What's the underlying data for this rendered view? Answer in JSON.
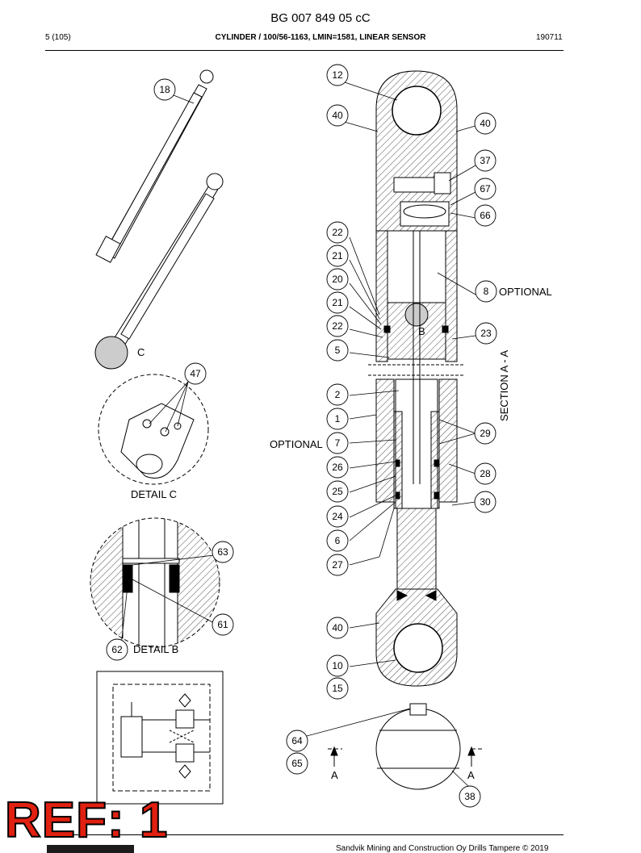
{
  "header": {
    "doc_number": "BG 007 849 05 cC",
    "page": "5 (105)",
    "title": "CYLINDER / 100/56-1163, LMIN=1581, LINEAR SENSOR",
    "date": "190711"
  },
  "labels": {
    "optional_right": "OPTIONAL",
    "optional_left": "OPTIONAL",
    "section": "SECTION  A - A",
    "detail_c_marker": "C",
    "detail_c": "DETAIL  C",
    "detail_b": "DETAIL  B",
    "marker_b": "B",
    "section_a_left": "A",
    "section_a_right": "A"
  },
  "callouts": [
    "18",
    "12",
    "40",
    "40",
    "37",
    "67",
    "66",
    "22",
    "21",
    "20",
    "21",
    "22",
    "5",
    "8",
    "23",
    "47",
    "2",
    "1",
    "7",
    "26",
    "25",
    "24",
    "6",
    "27",
    "29",
    "28",
    "30",
    "63",
    "61",
    "62",
    "40",
    "10",
    "15",
    "64",
    "65",
    "38"
  ],
  "ref_badge": "REF: 1",
  "footer": "Sandvik Mining and Construction Oy Drills Tampere © 2019",
  "colors": {
    "badge": "#e02010",
    "line": "#000000"
  }
}
